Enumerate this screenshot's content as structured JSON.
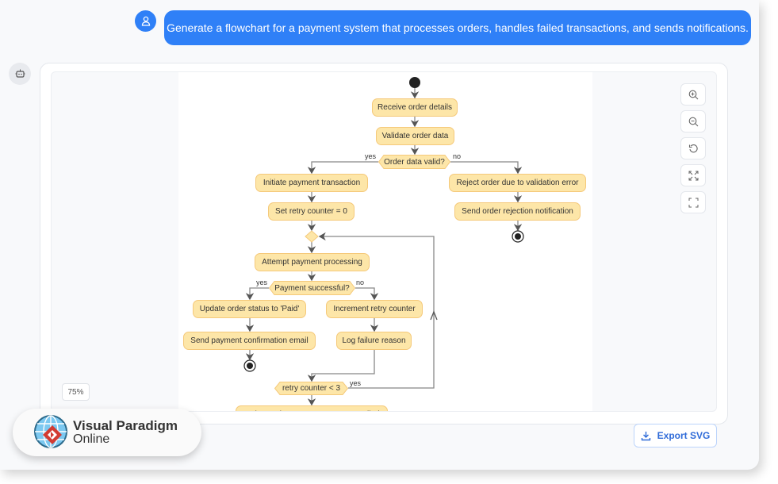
{
  "chat": {
    "user_message": "Generate a flowchart for a payment system that processes orders, handles failed transactions, and sends notifications."
  },
  "diagram": {
    "nodes": {
      "receive": "Receive order details",
      "validate": "Validate order data",
      "valid_q": "Order data valid?",
      "initiate": "Initiate payment transaction",
      "set_retry": "Set retry counter = 0",
      "reject": "Reject order due to validation error",
      "send_reject": "Send order rejection notification",
      "attempt": "Attempt payment processing",
      "success_q": "Payment successful?",
      "update_paid": "Update order status to 'Paid'",
      "increment": "Increment retry counter",
      "send_confirm": "Send payment confirmation email",
      "log_failure": "Log failure reason",
      "retry_q": "retry counter < 3",
      "update_failed": "Update order status to 'Payment Failed'"
    },
    "labels": {
      "yes": "yes",
      "no": "no"
    },
    "colors": {
      "node_fill": "#fde6a8",
      "node_border": "#f5c97a",
      "edge": "#888888"
    }
  },
  "zoom_level": "75%",
  "toolbar": {
    "zoom_in": "zoom-in-icon",
    "zoom_out": "zoom-out-icon",
    "reset": "reset-icon",
    "fit": "fit-icon",
    "fullscreen": "fullscreen-icon"
  },
  "export_label": "Export SVG",
  "logo": {
    "line1": "Visual Paradigm",
    "line2": "Online"
  },
  "accent": "#2f80f7"
}
